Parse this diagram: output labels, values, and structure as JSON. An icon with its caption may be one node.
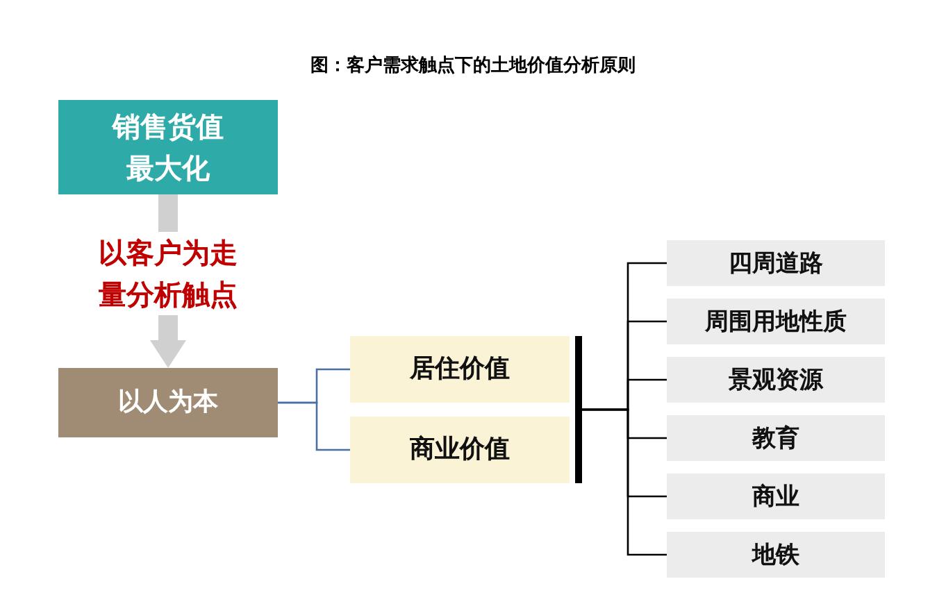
{
  "diagram": {
    "title": "图：客户需求触点下的土地价值分析原则",
    "nodes": [
      {
        "text": [
          "销售货值最大化"
        ]
      },
      {
        "text": [
          "以人为本"
        ]
      },
      {
        "text": [
          "居住价值"
        ]
      },
      {
        "text": [
          "商业价值"
        ]
      },
      {
        "text": [],
        "shape": "bar"
      },
      {
        "text": [
          "四周道路"
        ]
      },
      {
        "text": [
          "周围用地性质"
        ]
      },
      {
        "text": [
          "景观资源"
        ]
      },
      {
        "text": [
          "教育"
        ]
      },
      {
        "text": [
          "商业"
        ]
      },
      {
        "text": [
          "地铁"
        ]
      }
    ],
    "edges": [
      {
        "from": 0,
        "to": 1,
        "arrow": "to",
        "label": "以客户为走量分析触点",
        "style": "thick",
        "color": "#d0d0d0"
      },
      {
        "from": 1,
        "to": 2,
        "arrow": "none",
        "color": "#4a6fa5"
      },
      {
        "from": 1,
        "to": 3,
        "arrow": "none",
        "color": "#4a6fa5"
      },
      {
        "from": 4,
        "to": 5,
        "arrow": "none"
      },
      {
        "from": 4,
        "to": 6,
        "arrow": "none"
      },
      {
        "from": 4,
        "to": 7,
        "arrow": "none"
      },
      {
        "from": 4,
        "to": 8,
        "arrow": "none"
      },
      {
        "from": 4,
        "to": 9,
        "arrow": "none"
      },
      {
        "from": 4,
        "to": 10,
        "arrow": "none"
      }
    ]
  }
}
